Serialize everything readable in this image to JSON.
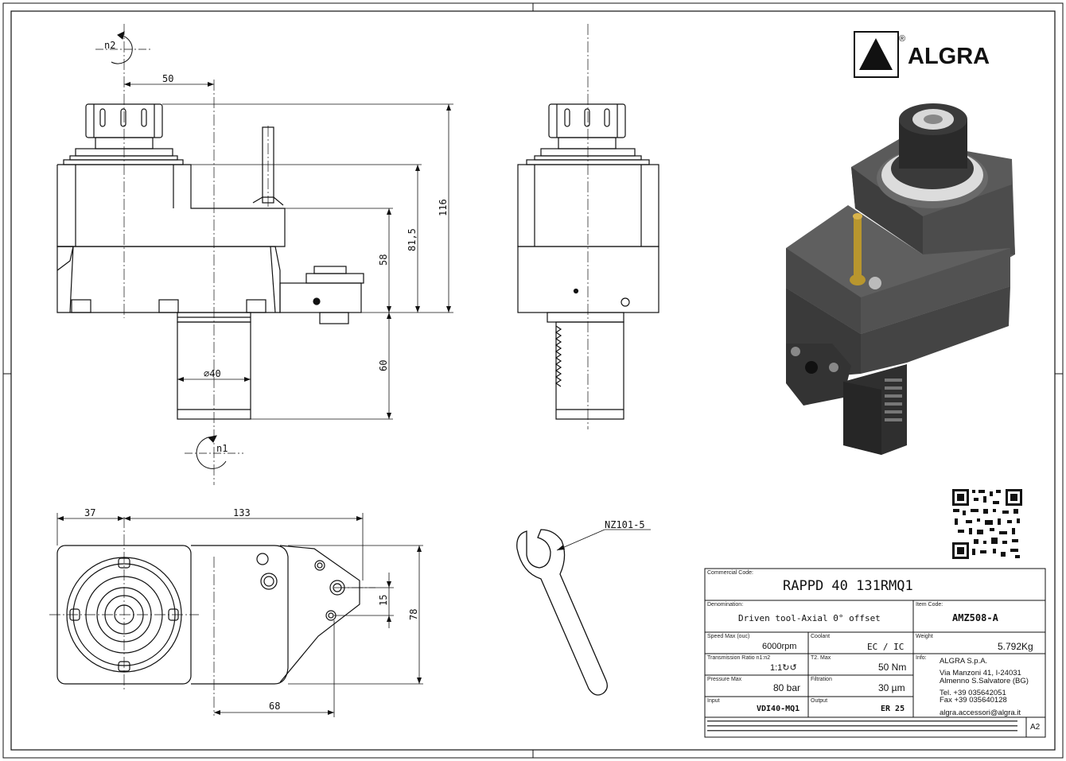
{
  "brand": {
    "name": "ALGRA",
    "registered": "®"
  },
  "dimensions": {
    "d50": "50",
    "d116": "116",
    "d81_5": "81,5",
    "d58": "58",
    "d60": "60",
    "dia40": "⌀40",
    "d37": "37",
    "d133": "133",
    "d15": "15",
    "d78": "78",
    "d68": "68"
  },
  "rotation_labels": {
    "n1": "n1",
    "n2": "n2"
  },
  "wrench_label": "NZ101-5",
  "title_block": {
    "commercial_code_label": "Commercial Code:",
    "commercial_code": "RAPPD 40 131RMQ1",
    "denomination_label": "Denomination:",
    "denomination": "Driven tool-Axial 0° offset",
    "item_code_label": "Item Code:",
    "item_code": "AMZ508-A",
    "speed_label": "Speed Max (ouc)",
    "speed": "6000rpm",
    "coolant_label": "Coolant",
    "coolant": "EC / IC",
    "weight_label": "Weight",
    "weight": "5.792Kg",
    "ratio_label": "Transmission Ratio n1:n2",
    "ratio": "1:1↻↺",
    "torque_label": "T2. Max",
    "torque": "50 Nm",
    "info_label": "Info:",
    "company": "ALGRA S.p.A.",
    "address1": "Via Manzoni 41, I-24031",
    "address2": "Almenno S.Salvatore (BG)",
    "tel": "Tel. +39 035642051",
    "fax": "Fax +39 035640128",
    "email": "algra.accessori@algra.it",
    "pressure_label": "Pressure Max",
    "pressure": "80 bar",
    "filtration_label": "Filtration",
    "filtration": "30 µm",
    "input_label": "Input",
    "input": "VDI40-MQ1",
    "output_label": "Output",
    "output": "ER 25",
    "sheet_size": "A2"
  },
  "colors": {
    "line": "#111111",
    "body_dark": "#4a4a4a",
    "body_light": "#6e6e6e",
    "brass": "#b8962e"
  }
}
